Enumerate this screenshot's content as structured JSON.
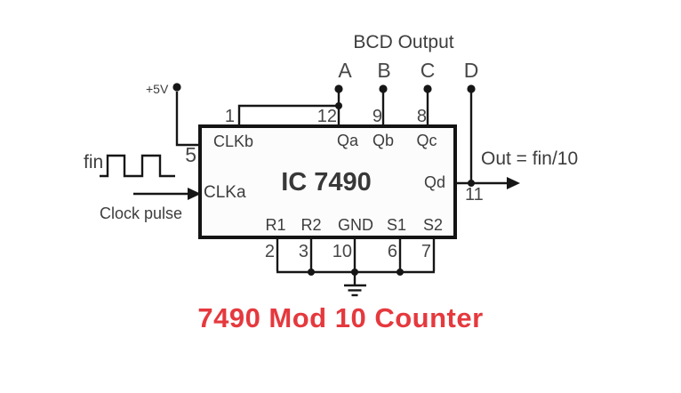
{
  "title": {
    "text": "7490 Mod 10 Counter",
    "color": "#e5393e"
  },
  "header": {
    "bcd_output": "BCD Output"
  },
  "outputs": {
    "a": "A",
    "b": "B",
    "c": "C",
    "d": "D"
  },
  "power": {
    "vcc": "+5V"
  },
  "input": {
    "fin": "fin",
    "clock_pulse": "Clock pulse"
  },
  "out_equation": "Out = fin/10",
  "ic": {
    "name": "IC 7490",
    "clkb": "CLKb",
    "clka": "CLKa",
    "qa": "Qa",
    "qb": "Qb",
    "qc": "Qc",
    "qd": "Qd",
    "r1": "R1",
    "r2": "R2",
    "gnd": "GND",
    "s1": "S1",
    "s2": "S2"
  },
  "pins": {
    "top": {
      "p1": "1",
      "p12": "12",
      "p9": "9",
      "p8": "8"
    },
    "left": {
      "p5": "5"
    },
    "right": {
      "p11": "11"
    },
    "bottom": {
      "p2": "2",
      "p3": "3",
      "p10": "10",
      "p6": "6",
      "p7": "7"
    }
  },
  "colors": {
    "wire": "#161616",
    "text": "#3d3d3d",
    "accent_red": "#e5393e"
  }
}
